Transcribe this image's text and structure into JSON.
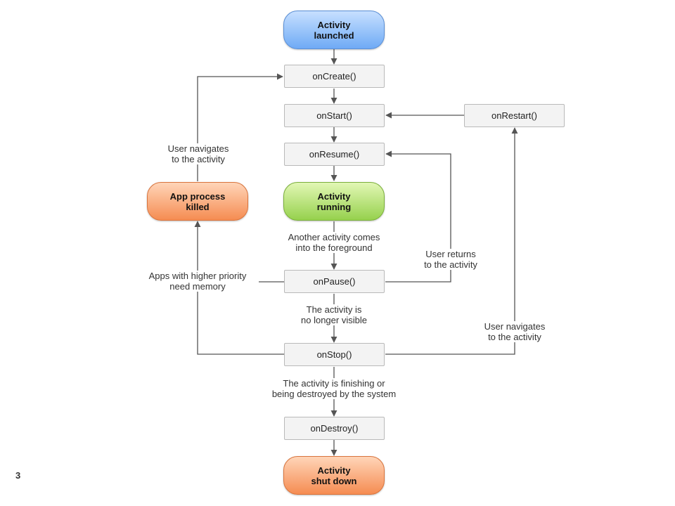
{
  "states": {
    "activity_launched": "Activity\nlaunched",
    "activity_running": "Activity\nrunning",
    "app_process_killed": "App process\nkilled",
    "activity_shut_down": "Activity\nshut down"
  },
  "callbacks": {
    "on_create": "onCreate()",
    "on_start": "onStart()",
    "on_restart": "onRestart()",
    "on_resume": "onResume()",
    "on_pause": "onPause()",
    "on_stop": "onStop()",
    "on_destroy": "onDestroy()"
  },
  "transitions": {
    "user_navigates_back_top": "User navigates\nto the activity",
    "another_activity_foreground": "Another activity comes\ninto the foreground",
    "user_returns": "User returns\nto the activity",
    "higher_priority_apps": "Apps with higher priority\nneed memory",
    "no_longer_visible": "The activity is\nno longer visible",
    "user_navigates_right": "User navigates\nto the activity",
    "finishing_or_destroyed": "The activity is finishing or\nbeing destroyed by the system"
  },
  "colors": {
    "launched": "#6faaf5",
    "running": "#96d14d",
    "killed_and_shutdown": "#f58c52",
    "callback_box": "#f3f3f3",
    "connector": "#555555"
  },
  "slide_number": "3"
}
